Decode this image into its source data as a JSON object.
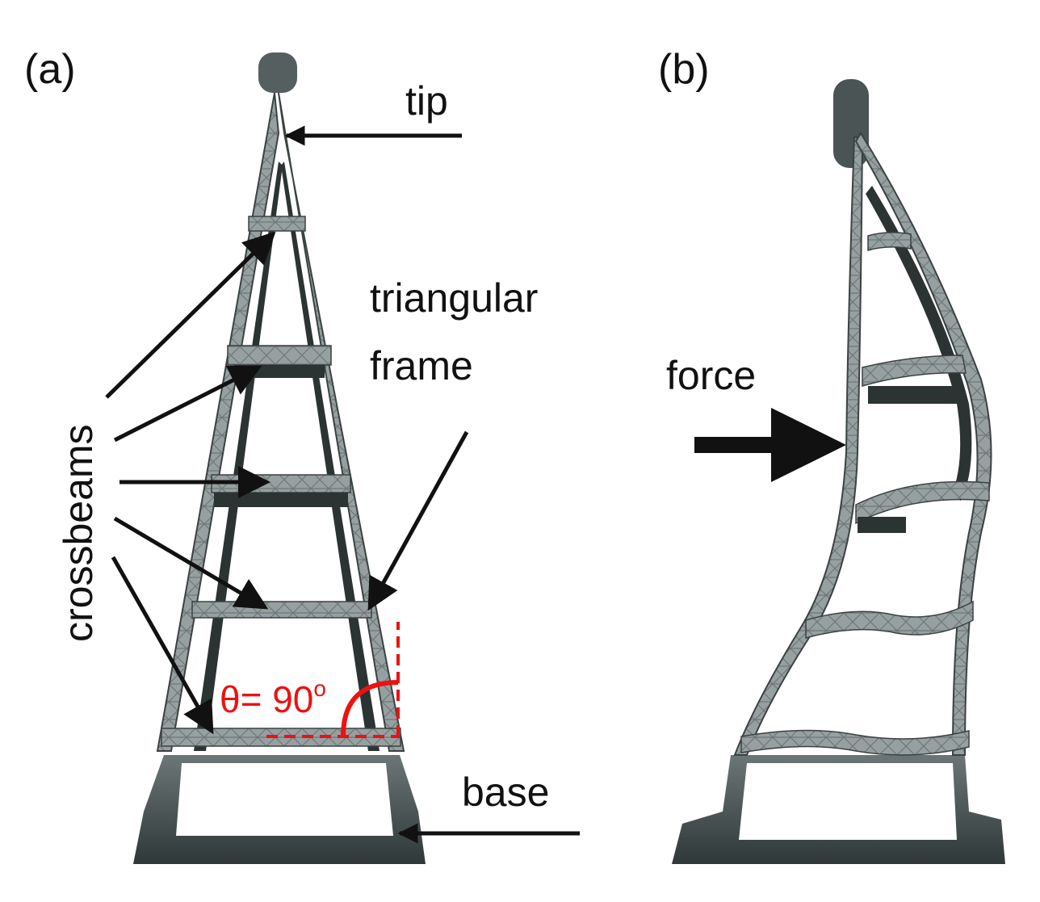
{
  "panels": {
    "a": {
      "label": "(a)"
    },
    "b": {
      "label": "(b)"
    }
  },
  "annotations": {
    "tip": "tip",
    "crossbeams": "crossbeams",
    "triangular_frame_line1": "triangular",
    "triangular_frame_line2": "frame",
    "base": "base",
    "force": "force",
    "angle_symbol": "θ= 90",
    "angle_unit": "o"
  },
  "colors": {
    "structure_light": "#9aa3a3",
    "structure_dark": "#2b3333",
    "base_dark": "#3a4444",
    "arrow": "#111111",
    "angle_marker": "#ee1111"
  }
}
